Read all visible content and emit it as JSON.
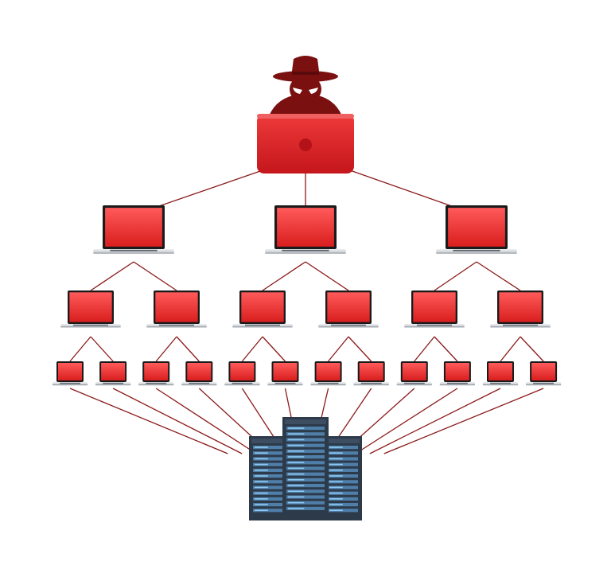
{
  "colors": {
    "background": "#ffffff",
    "connection": "#8a1a1a",
    "hacker": "#7a1010",
    "hacker_eyes": "#ffffff",
    "laptop_screen": "#e42a2a",
    "laptop_screen_highlight": "#ff5656",
    "laptop_bezel": "#1a1a1a",
    "laptop_base": "#d7dade",
    "laptop_keyboard": "#5e646c",
    "master_laptop": "#d81f26",
    "server_body": "#2c3a4a",
    "server_panel": "#4f7ea8",
    "server_light": "#8ec8f0"
  },
  "icons": {
    "attacker": "hacker-icon",
    "command_device": "master-laptop-icon",
    "bot_device": "laptop-icon",
    "target": "server-rack-icon"
  },
  "structure": {
    "attacker_count": 1,
    "tiers": [
      3,
      6,
      12
    ],
    "children_per_node": 2,
    "target_count": 1
  }
}
